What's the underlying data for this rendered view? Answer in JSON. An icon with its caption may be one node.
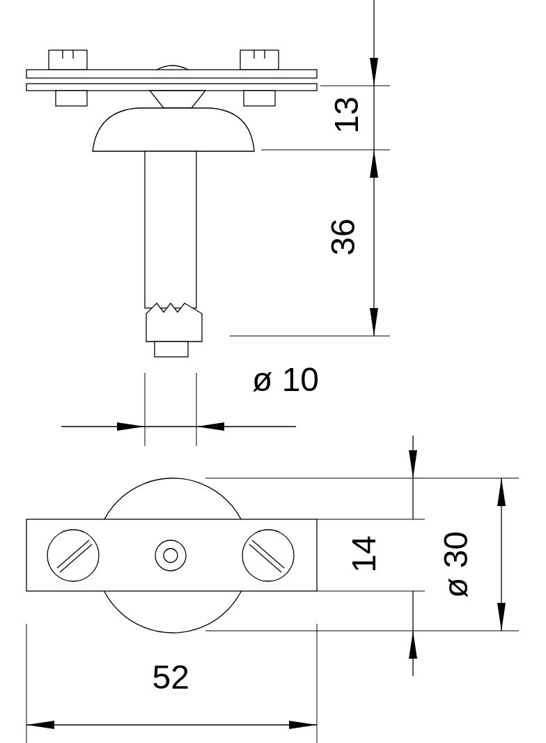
{
  "diagram": {
    "labels": [
      "13",
      "36",
      "ø 10",
      "14",
      "ø 30",
      "52"
    ]
  }
}
